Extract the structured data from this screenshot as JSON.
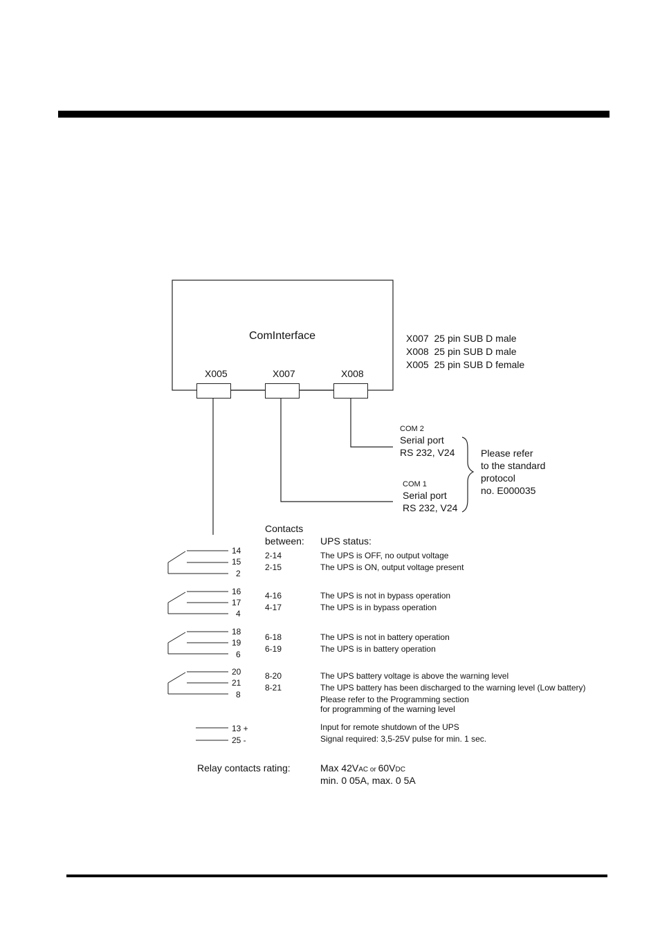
{
  "title": "ComInterface",
  "connectors": {
    "x005": "X005",
    "x007": "X007",
    "x008": "X008"
  },
  "connector_list": [
    "X007  25 pin SUB D male",
    "X008  25 pin SUB D male",
    "X005  25 pin SUB D female"
  ],
  "com2": {
    "label": "COM 2",
    "line1": "Serial port",
    "line2": "RS 232, V24"
  },
  "com1": {
    "label": "COM 1",
    "line1": "Serial port",
    "line2": "RS 232, V24"
  },
  "refer": [
    "Please refer",
    "to the standard",
    "protocol",
    "no. E000035"
  ],
  "contacts_header": {
    "line1": "Contacts",
    "line2": "between:",
    "status": "UPS status:"
  },
  "relay_groups": [
    {
      "pins": [
        "14",
        "15",
        "2"
      ],
      "contacts": [
        "2-14",
        "2-15"
      ],
      "status": [
        "The UPS is OFF, no output voltage",
        "The UPS is ON, output voltage present"
      ]
    },
    {
      "pins": [
        "16",
        "17",
        "4"
      ],
      "contacts": [
        "4-16",
        "4-17"
      ],
      "status": [
        "The UPS is not in bypass operation",
        "The UPS is in bypass operation"
      ]
    },
    {
      "pins": [
        "18",
        "19",
        "6"
      ],
      "contacts": [
        "6-18",
        "6-19"
      ],
      "status": [
        "The UPS is not in battery operation",
        "The UPS is in battery operation"
      ]
    },
    {
      "pins": [
        "20",
        "21",
        "8"
      ],
      "contacts": [
        "8-20",
        "8-21"
      ],
      "status": [
        "The UPS battery voltage is above the warning level",
        "The UPS battery has been discharged to the warning level (Low battery)"
      ],
      "note": [
        "Please refer to the Programming section",
        "for programming of the warning level"
      ]
    }
  ],
  "remote": {
    "pins": [
      "13 +",
      "25 -"
    ],
    "status": [
      "Input for remote shutdown of the UPS",
      "Signal required: 3,5-25V pulse for min. 1 sec."
    ]
  },
  "rating": {
    "label": "Relay contacts rating:",
    "max_prefix": "Max 42V",
    "ac": "AC",
    "or": " or ",
    "v60": "60V",
    "dc": "DC",
    "line2": "min. 0 05A, max. 0 5A"
  }
}
